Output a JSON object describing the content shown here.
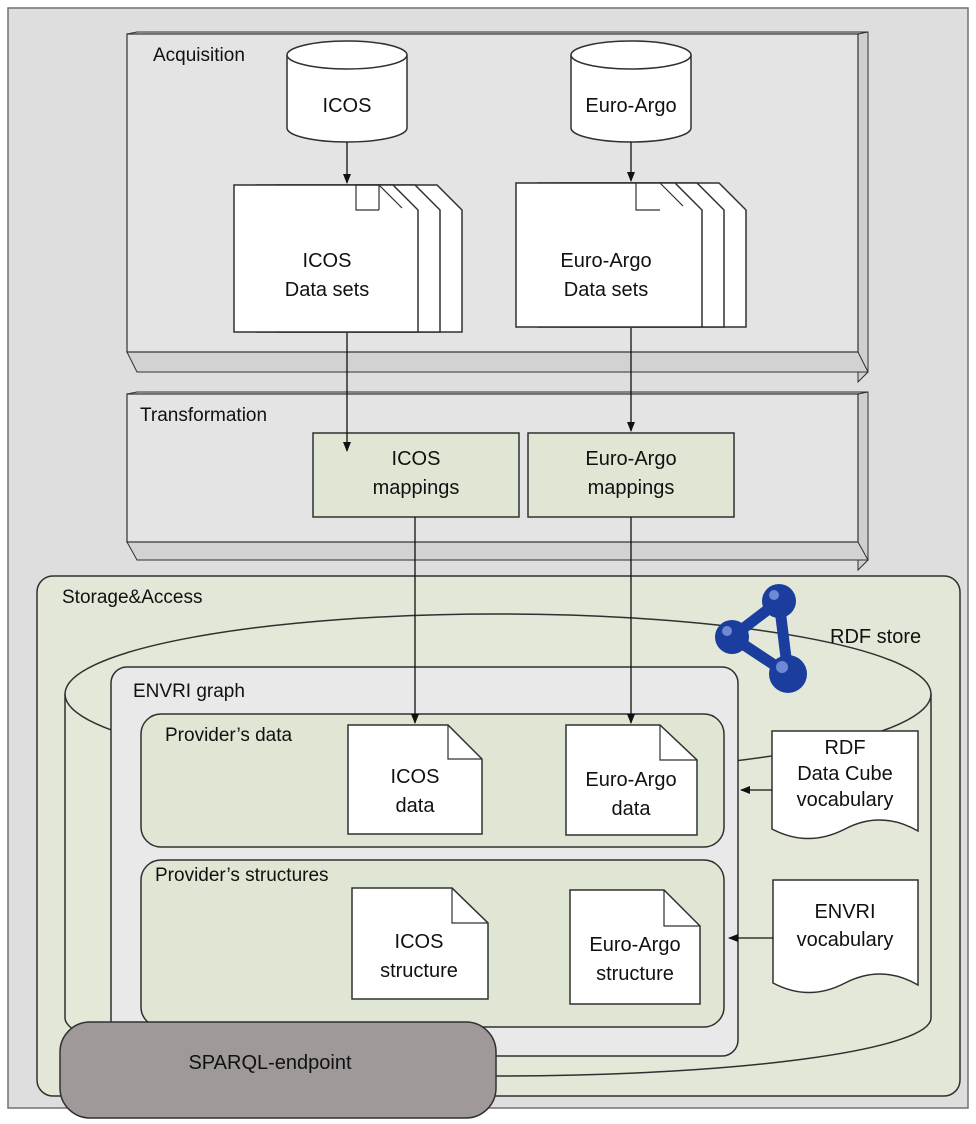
{
  "colors": {
    "canvas_bg": "#dedede",
    "panel_fill": "#e4e4e4",
    "panel_depth": "#d4d4d4",
    "mapping_fill": "#dfe6d3",
    "storage_fill": "#e2e7d7",
    "graph_fill": "#e8e9e8",
    "endpoint_fill": "#9f9999",
    "rdf_icon": "#1a3d9e",
    "stroke": "#303030"
  },
  "acquisition": {
    "title": "Acquisition",
    "sources": [
      {
        "name": "ICOS",
        "datasets": [
          "ICOS",
          "Data sets"
        ]
      },
      {
        "name": "Euro-Argo",
        "datasets": [
          "Euro-Argo",
          "Data sets"
        ]
      }
    ]
  },
  "transformation": {
    "title": "Transformation",
    "mappings": [
      {
        "lines": [
          "ICOS",
          "mappings"
        ]
      },
      {
        "lines": [
          "Euro-Argo",
          "mappings"
        ]
      }
    ]
  },
  "storage": {
    "title": "Storage&Access",
    "rdf_store": {
      "label": "RDF store",
      "icon": "rdf-molecule-icon"
    },
    "graph": {
      "title": "ENVRI graph",
      "providers_data": {
        "title": "Provider’s data",
        "docs": [
          {
            "lines": [
              "ICOS",
              "data"
            ]
          },
          {
            "lines": [
              "Euro-Argo",
              "data"
            ]
          }
        ]
      },
      "providers_structures": {
        "title": "Provider’s structures",
        "docs": [
          {
            "lines": [
              "ICOS",
              "structure"
            ]
          },
          {
            "lines": [
              "Euro-Argo",
              "structure"
            ]
          }
        ]
      }
    },
    "vocabularies": [
      {
        "lines": [
          "RDF",
          "Data Cube",
          "vocabulary"
        ]
      },
      {
        "lines": [
          "ENVRI",
          "vocabulary"
        ]
      }
    ],
    "endpoint": {
      "label": "SPARQL-endpoint"
    }
  }
}
